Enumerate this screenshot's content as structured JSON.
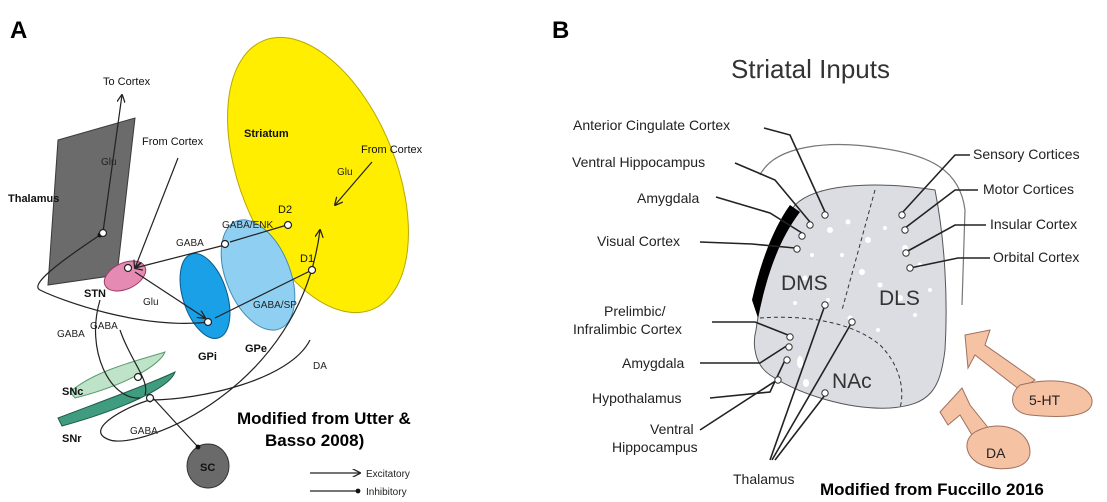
{
  "panel_a": {
    "letter": "A",
    "regions": {
      "thalamus": "Thalamus",
      "striatum": "Striatum",
      "stn": "STN",
      "gpi": "GPi",
      "gpe": "GPe",
      "snc": "SNc",
      "snr": "SNr",
      "sc": "SC"
    },
    "pathway_labels": {
      "to_cortex": "To Cortex",
      "from_cortex_left": "From Cortex",
      "from_cortex_right": "From Cortex",
      "glu_thalamus": "Glu",
      "glu_striatum": "Glu",
      "glu_stn": "Glu",
      "d2": "D2",
      "d1": "D1",
      "gaba_enk": "GABA/ENK",
      "gaba_sp": "GABA/SP",
      "gaba_1": "GABA",
      "gaba_2": "GABA",
      "gaba_3": "GABA",
      "gaba_4": "GABA",
      "da": "DA"
    },
    "legend": {
      "excitatory": "Excitatory",
      "inhibitory": "Inhibitory"
    },
    "credit_line1": "Modified from Utter &",
    "credit_line2": "Basso 2008)",
    "colors": {
      "thalamus": "#6b6b6b",
      "striatum": "#ffee00",
      "stn": "#e58bb3",
      "gpi": "#1aa0e6",
      "gpe": "#8fd0f2",
      "snc": "#bfe3c8",
      "snr": "#3f9c7e",
      "sc": "#6a6a6a"
    }
  },
  "panel_b": {
    "letter": "B",
    "title": "Striatal Inputs",
    "regions": {
      "dms": "DMS",
      "dls": "DLS",
      "nac": "NAc"
    },
    "left_inputs": [
      "Anterior Cingulate Cortex",
      "Ventral Hippocampus",
      "Amygdala",
      "Visual Cortex",
      "Prelimbic/",
      "Infralimbic Cortex",
      "Amygdala",
      "Hypothalamus",
      "Ventral",
      "Hippocampus",
      "Thalamus"
    ],
    "right_inputs": [
      "Sensory Cortices",
      "Motor Cortices",
      "Insular Cortex",
      "Orbital Cortex"
    ],
    "modulators": {
      "serotonin": "5-HT",
      "dopamine": "DA"
    },
    "credit": "Modified from Fuccillo 2016",
    "colors": {
      "striatum_fill": "#dcdde3",
      "modulator": "#f5c2a4",
      "modulator_stroke": "#a07060"
    }
  }
}
